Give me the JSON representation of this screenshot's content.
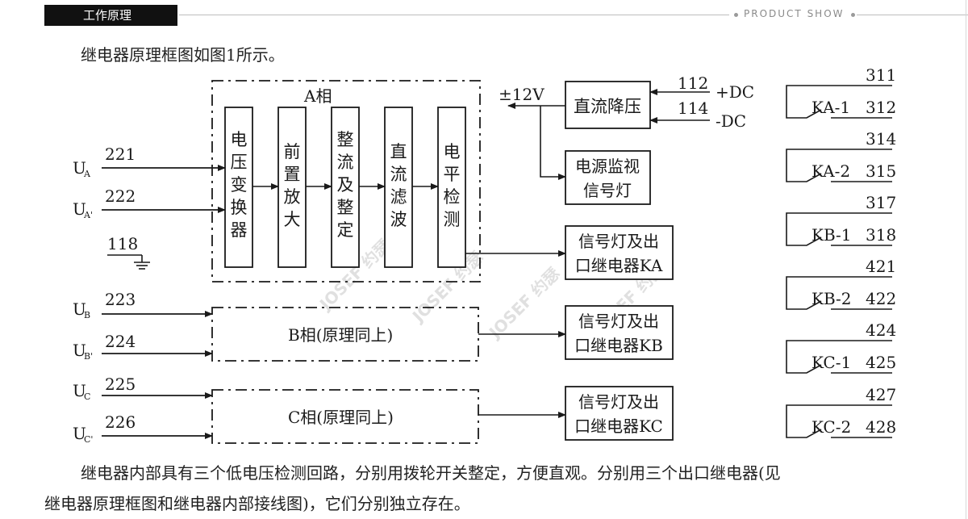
{
  "header": {
    "title": "工作原理",
    "product_show": "PRODUCT SHOW"
  },
  "intro": "继电器原理框图如图1所示。",
  "diagram": {
    "phase_a_label": "A相",
    "blocks": [
      "电压变换器",
      "前置放大",
      "整流及整定",
      "直流滤波",
      "电平检测"
    ],
    "phase_b_label": "B相(原理同上)",
    "phase_c_label": "C相(原理同上)",
    "inputs": [
      {
        "signal": "UA",
        "sub": "A",
        "terminal": "221"
      },
      {
        "signal": "UA'",
        "sub": "A'",
        "terminal": "222"
      },
      {
        "signal": "UB",
        "sub": "B",
        "terminal": "223"
      },
      {
        "signal": "UB'",
        "sub": "B'",
        "terminal": "224"
      },
      {
        "signal": "UC",
        "sub": "C",
        "terminal": "225"
      },
      {
        "signal": "UC'",
        "sub": "C'",
        "terminal": "226"
      }
    ],
    "ground_terminal": "118",
    "supply_voltage": "±12V",
    "dc_block": "直流降压",
    "dc_inputs": [
      {
        "terminal": "112",
        "label": "+DC"
      },
      {
        "terminal": "114",
        "label": "-DC"
      }
    ],
    "monitor_block": [
      "电源监视",
      "信号灯"
    ],
    "outputs": [
      [
        "信号灯及出",
        "口继电器KA"
      ],
      [
        "信号灯及出",
        "口继电器KB"
      ],
      [
        "信号灯及出",
        "口继电器KC"
      ]
    ],
    "contacts": [
      {
        "top": "311",
        "name": "KA-1",
        "bottom": "312"
      },
      {
        "top": "314",
        "name": "KA-2",
        "bottom": "315"
      },
      {
        "top": "317",
        "name": "KB-1",
        "bottom": "318"
      },
      {
        "top": "421",
        "name": "KB-2",
        "bottom": "422"
      },
      {
        "top": "424",
        "name": "KC-1",
        "bottom": "425"
      },
      {
        "top": "427",
        "name": "KC-2",
        "bottom": "428"
      }
    ],
    "watermark": "JOSEF 约瑟"
  },
  "footer": {
    "line1": "继电器内部具有三个低电压检测回路，分别用拨轮开关整定，方便直观。分别用三个出口继电器(见",
    "line2": "继电器原理框图和继电器内部接线图)，它们分别独立存在。"
  }
}
